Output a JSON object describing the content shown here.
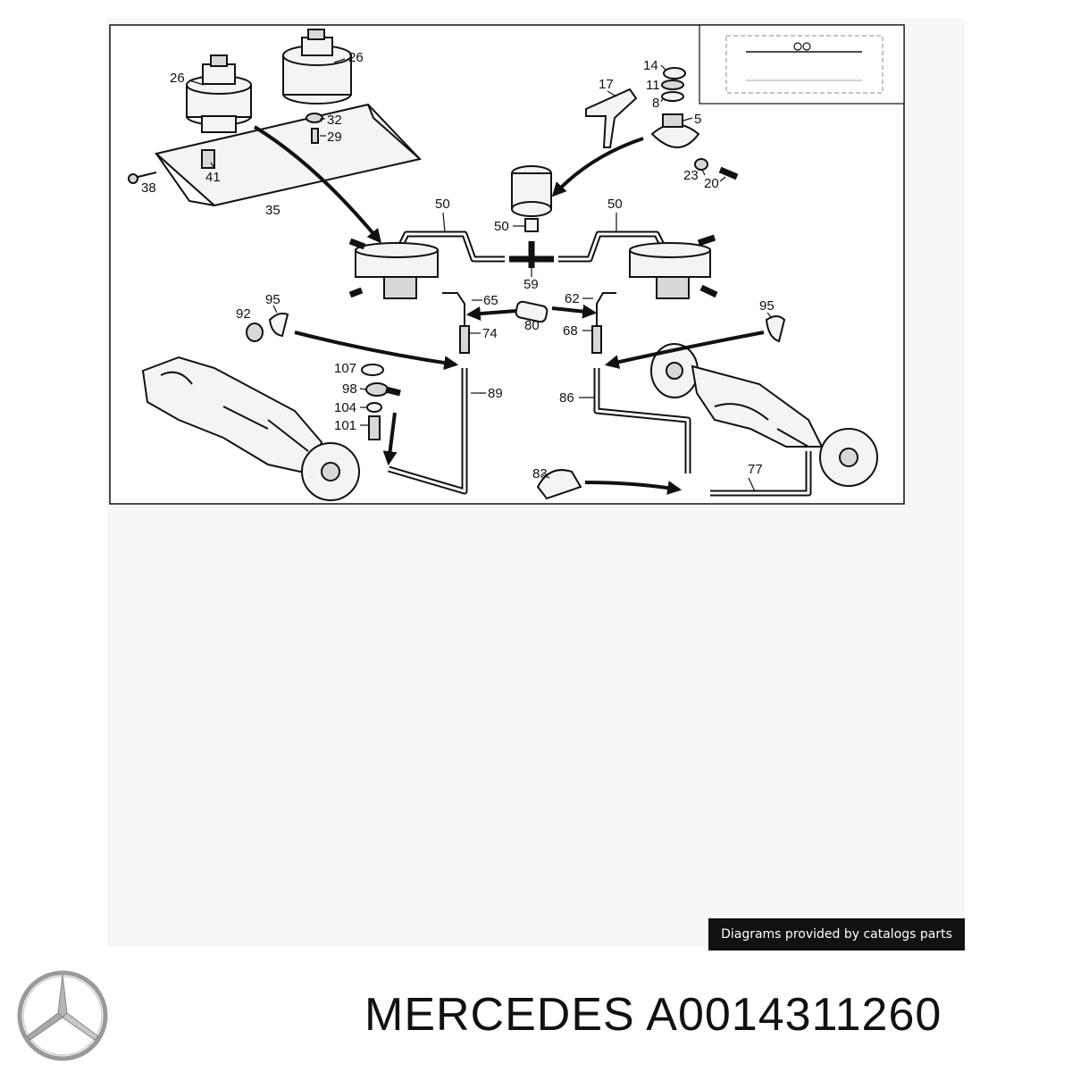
{
  "diagram": {
    "callouts": [
      "26",
      "26",
      "32",
      "29",
      "41",
      "38",
      "35",
      "14",
      "11",
      "8",
      "17",
      "5",
      "23",
      "20",
      "50",
      "50",
      "50",
      "59",
      "95",
      "92",
      "65",
      "62",
      "80",
      "74",
      "68",
      "95",
      "107",
      "98",
      "104",
      "101",
      "89",
      "86",
      "83",
      "77"
    ]
  },
  "credit": {
    "text": "Diagrams provided by catalogs parts"
  },
  "brand": {
    "title": "MERCEDES A0014311260",
    "logo_icon": "three-pointed-star-icon"
  },
  "colors": {
    "credit_bg": "#111111",
    "credit_text": "#ffffff",
    "panel_bg": "#f7f7f7"
  }
}
